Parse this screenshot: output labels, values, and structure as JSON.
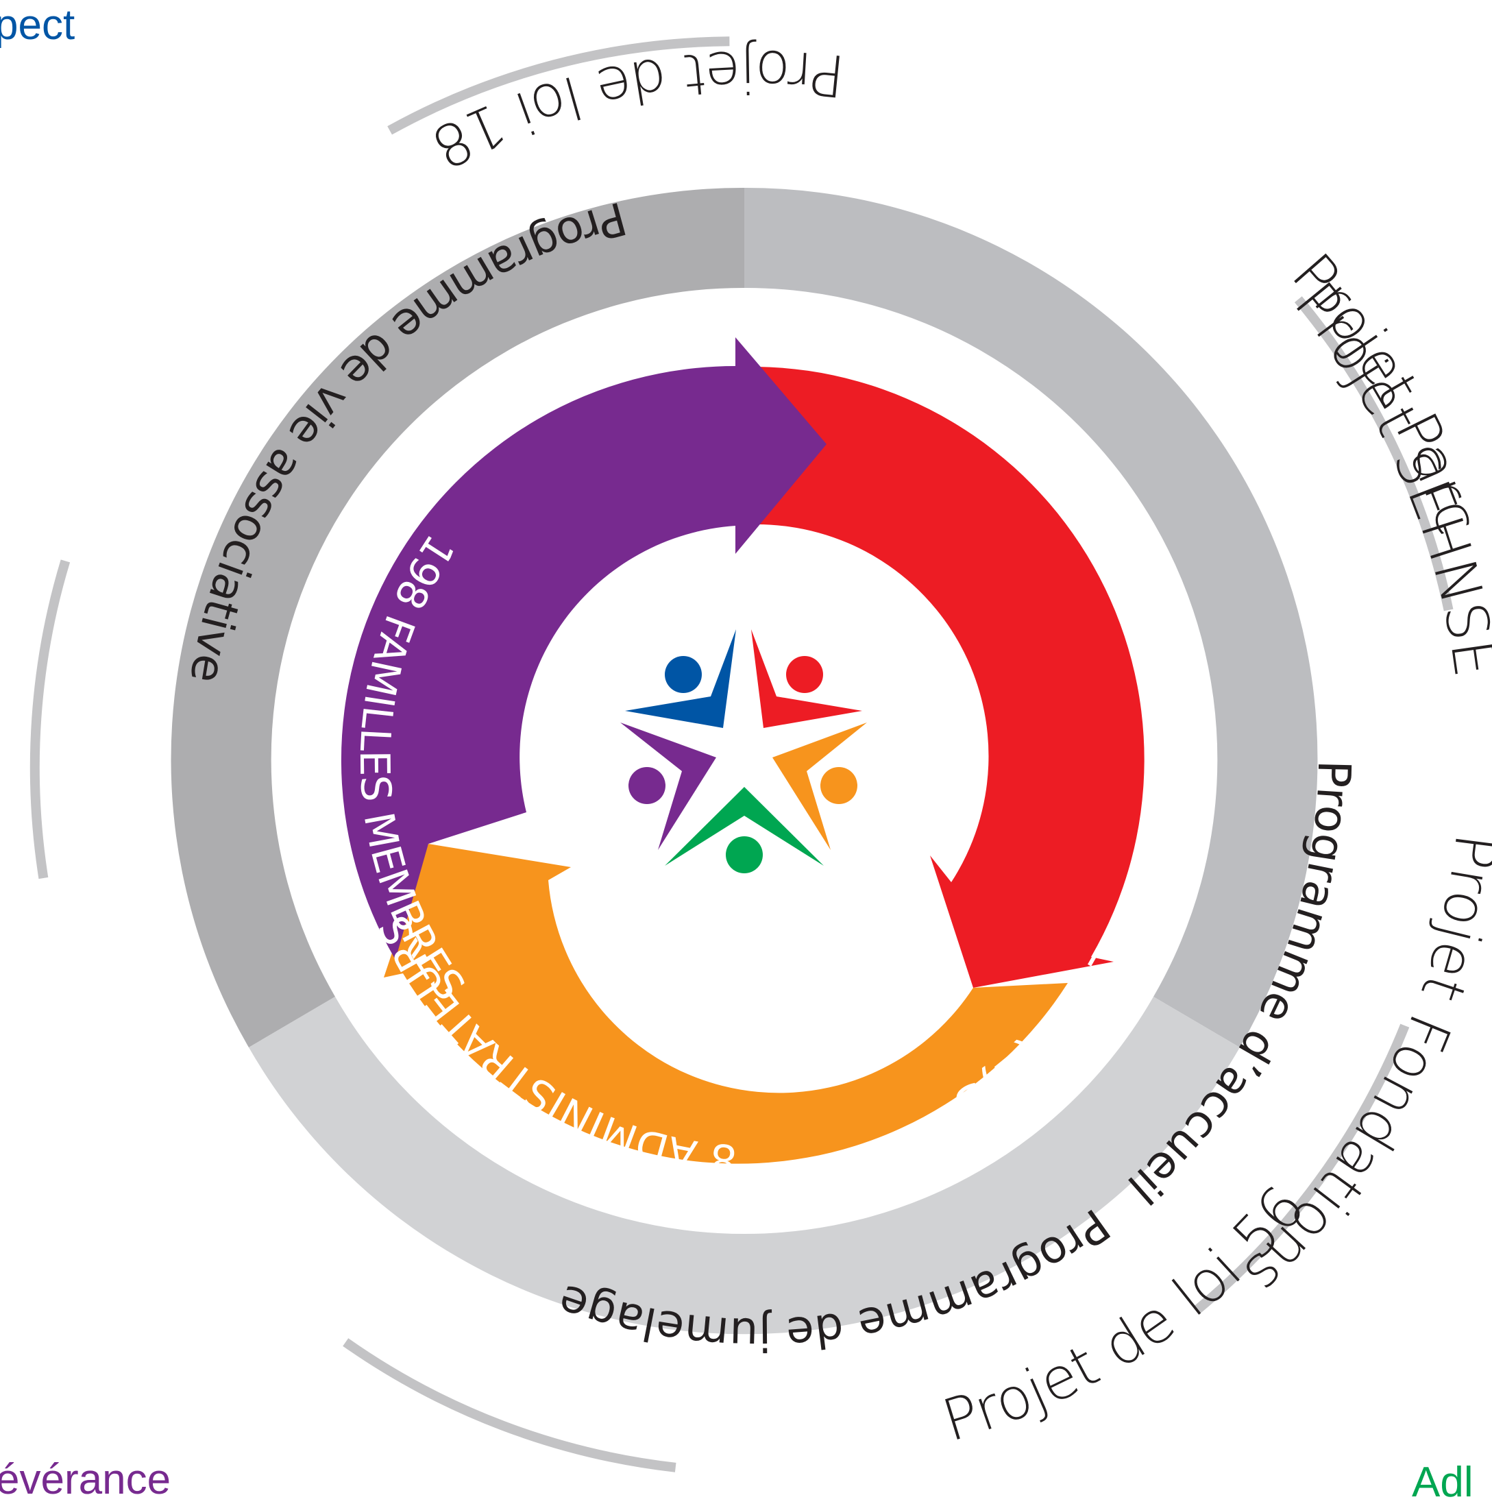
{
  "corners": {
    "top_left": "pect",
    "bottom_left": "évérance",
    "bottom_right": "Adl"
  },
  "projects": [
    {
      "id": "fondations",
      "label": "Projet Fondations"
    },
    {
      "id": "parc",
      "label": "Projet Parc"
    },
    {
      "id": "loi56",
      "label": "Projet de loi 56"
    },
    {
      "id": "loi18",
      "label": "Projet de loi 18"
    },
    {
      "id": "sehnse",
      "label": "Projet SEHNSE"
    }
  ],
  "programs": [
    {
      "id": "accueil",
      "label": "Programme d’accueil"
    },
    {
      "id": "jumelage",
      "label": "Programme de jumelage"
    },
    {
      "id": "vie",
      "label": "Programme de vie associative"
    }
  ],
  "counts": [
    {
      "id": "employes",
      "label": "16 EMPLOYÉ(E)S"
    },
    {
      "id": "administrateurs",
      "label": "8 ADMINISTRATEURS"
    },
    {
      "id": "familles",
      "label": "198 FAMILLES MEMBRES"
    }
  ],
  "colors": {
    "purple": "#772a8f",
    "red": "#ed1c24",
    "orange": "#f7941d",
    "blue": "#0055a5",
    "green": "#00a651",
    "gray_dark": "#adadaf",
    "gray_mid": "#bcbdc0",
    "gray_light": "#d1d2d4",
    "outer_ring": "#c3c3c5",
    "corner_blue": "#0055a5",
    "corner_purple": "#772a8f",
    "corner_green": "#00a651"
  }
}
